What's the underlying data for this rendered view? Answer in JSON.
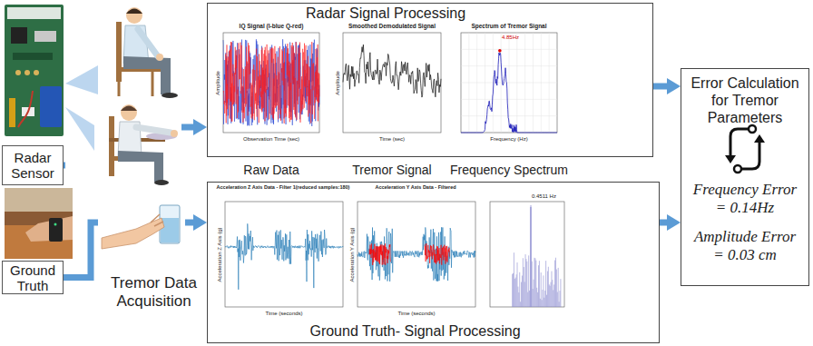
{
  "diagram": {
    "nodes": [
      {
        "text": [
          "Radar Sensor"
        ]
      },
      {
        "text": [
          "Ground Truth"
        ]
      },
      {
        "text": [
          "Radar Signal Processing"
        ]
      },
      {
        "text": [
          "Ground Truth- Signal Processing"
        ]
      },
      {
        "text": [
          "Error Calculation for Tremor Parameters",
          "Frequency Error = 0.14Hz",
          "Amplitude Error = 0.03 cm"
        ]
      }
    ],
    "edges": [
      {
        "from": 0,
        "to": 2,
        "arrow": "to"
      },
      {
        "from": 1,
        "to": 3,
        "arrow": "to"
      },
      {
        "from": 2,
        "to": 4,
        "arrow": "to"
      },
      {
        "from": 3,
        "to": 4,
        "arrow": "to"
      }
    ],
    "labels": [
      "Tremor Data Acquisition",
      "Raw Data",
      "Tremor Signal",
      "Frequency Spectrum",
      "IQ Signal (I-blue Q-red)",
      "Amplitude",
      "Observation Time (sec)",
      "Smoothed Demodulated Signal",
      "Amplitude",
      "Time (sec)",
      "Spectrum of Tremor Signal",
      "Frequency (Hz)",
      "4.85Hz",
      "Acceleration Z Axis Data - Filter 1(reduced samples:180)",
      "Acceleration Z Axis (g)",
      "Time (seconds)",
      "Acceleration Y Axis Data - Filtered",
      "Acceleration Y Axis (g)",
      "Time (seconds)",
      "0.4511 Hz"
    ]
  }
}
